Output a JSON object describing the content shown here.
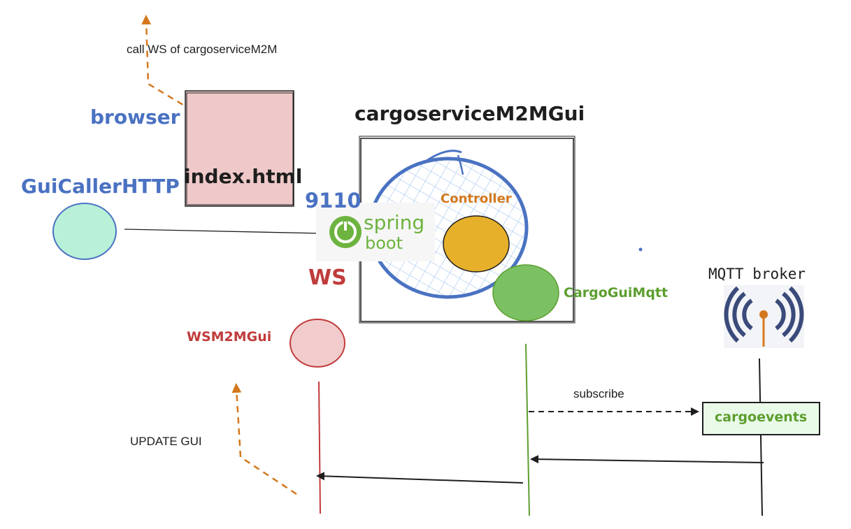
{
  "labels": {
    "call_ws": "call WS of cargoserviceM2M",
    "browser": "browser",
    "index_html": "index.html",
    "gui_caller": "GuiCallerHTTP",
    "port": "9110",
    "service_title": "cargoserviceM2MGui",
    "controller": "Controller",
    "ws": "WS",
    "cargo_gui_mqtt": "CargoGuiMqtt",
    "mqtt_broker": "MQTT broker",
    "wsm2mgui": "WSM2MGui",
    "subscribe": "subscribe",
    "cargoevents": "cargoevents",
    "update_gui": "UPDATE GUI",
    "spring_word": "spring",
    "boot_word": "boot"
  },
  "colors": {
    "blue": "#4a72c2",
    "red": "#c03b3b",
    "green": "#5c9e2e",
    "orange": "#d4781e",
    "controller_fill": "#e6b02a",
    "caller_fill": "#b8f0d8",
    "ws_fill": "#f2cccc",
    "index_fill": "#efc9c9",
    "mqtt_fill": "#7bc063",
    "events_fill": "#eafae8",
    "spring_green": "#6db33f"
  },
  "icons": {
    "spring": "spring-boot-logo",
    "mqtt": "mqtt-broadcast-logo"
  }
}
